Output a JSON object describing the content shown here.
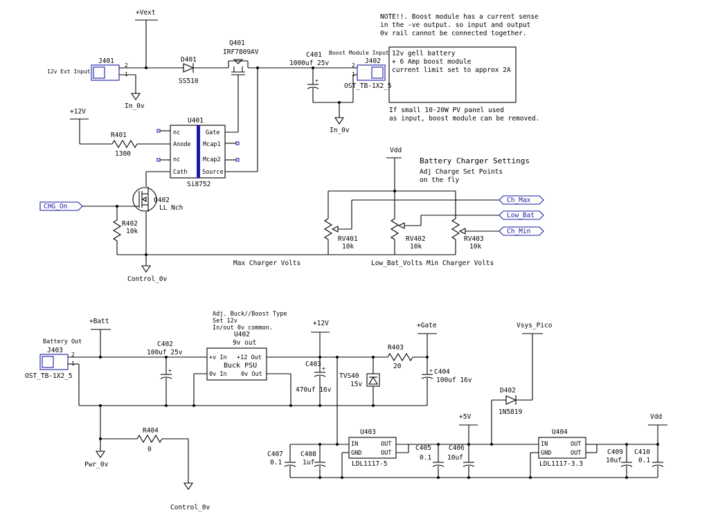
{
  "notes": {
    "note1_l1": "NOTE!!. Boost module has a current sense",
    "note1_l2": "in the -ve output. so input and output",
    "note1_l3": "0v rail cannot be connected together.",
    "box_l1": "12v gell battery",
    "box_l2": "+ 6 Amp boost module",
    "box_l3": "current limit set to approx 2A",
    "pv_l1": "If small 10-20W PV panel used",
    "pv_l2": "as input, boost module can be removed.",
    "charger_title": "Battery Charger Settings",
    "charger_l1": "Adj Charge Set Points",
    "charger_l2": "on the fly",
    "buck_l1": "Adj. Buck//Boost Type",
    "buck_l2": "Set 12v",
    "buck_l3": "In/out 0v common.",
    "max_volts": "Max Charger Volts",
    "lowbat_volts": "Low_Bat_Volts",
    "min_volts": "Min Charger Volts"
  },
  "rails": {
    "vext": "+Vext",
    "v12a": "+12V",
    "vdd_top": "Vdd",
    "in0v_a": "In_0v",
    "in0v_b": "In_0v",
    "control0v_a": "Control_0v",
    "control0v_b": "Control_0v",
    "batt": "+Batt",
    "v12b": "+12V",
    "gate": "+Gate",
    "vsys": "Vsys_Pico",
    "v5": "+5V",
    "vdd_bot": "Vdd",
    "pwr0v": "Pwr_0v"
  },
  "nets": {
    "chg_on": "CHG_On",
    "ch_max": "Ch_Max",
    "low_bat": "Low_Bat",
    "ch_min": "Ch_Min"
  },
  "parts": {
    "j401": "J401",
    "j401_desc": "12v Ext Input",
    "d401": "D401",
    "d401_val": "SS510",
    "q401": "Q401",
    "q401_val": "IRF7809AV",
    "c401": "C401",
    "c401_val": "1000uf 25v",
    "j402": "J402",
    "j402_desc": "Boost Module Input",
    "j402_val": "OST_TB-1X2_5",
    "r401": "R401",
    "r401_val": "1300",
    "u401": "U401",
    "u401_val": "Si8752",
    "u401_pins": [
      "nc",
      "Anode",
      "nc",
      "Cath",
      "Gate",
      "Mcap1",
      "Mcap2",
      "Source"
    ],
    "q402": "Q402",
    "q402_val": "LL Nch",
    "r402": "R402",
    "r402_val": "10k",
    "rv401": "RV401",
    "rv401_val": "10k",
    "rv402": "RV402",
    "rv402_val": "10k",
    "rv403": "RV403",
    "rv403_val": "10k",
    "j403": "J403",
    "j403_desc": "Battery Out",
    "j403_val": "OST_TB-1X2_5",
    "c402": "C402",
    "c402_val": "100uf 25v",
    "u402": "U402",
    "u402_val": "9v out",
    "u402_name": "Buck PSU",
    "u402_pins": [
      "+v In",
      "+12 Out",
      "0v In",
      "0v Out"
    ],
    "c403": "C403",
    "c403_val": "470uf 16v",
    "tvs": "TVS40",
    "tvs_val": "15v",
    "r403": "R403",
    "r403_val": "20",
    "c404": "C404",
    "c404_val": "100uf 16v",
    "r404": "R404",
    "r404_val": "0",
    "d402": "D402",
    "d402_val": "1N5819",
    "u403": "U403",
    "u403_val": "LDL1117-5",
    "u404": "U404",
    "u404_val": "LDL1117-3.3",
    "reg_pins": [
      "IN",
      "GND",
      "OUT",
      "OUT"
    ],
    "c407": "C407",
    "c407_val": "0.1",
    "c408": "C408",
    "c408_val": "1uf",
    "c405": "C405",
    "c405_val": "0.1",
    "c406": "C406",
    "c406_val": "10uf",
    "c409": "C409",
    "c409_val": "10uf",
    "c410": "C410",
    "c410_val": "0.1",
    "pin1": "1",
    "pin2": "2"
  }
}
